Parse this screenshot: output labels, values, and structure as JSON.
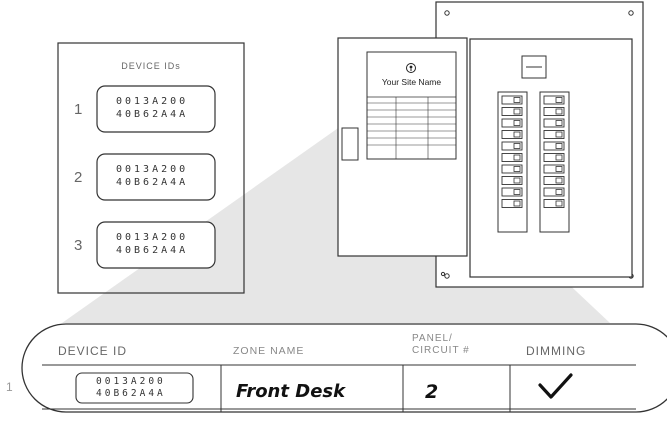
{
  "card": {
    "title": "DEVICE IDs",
    "devices": [
      {
        "index": "1",
        "line1": "0013A200",
        "line2": "40B62A4A"
      },
      {
        "index": "2",
        "line1": "0013A200",
        "line2": "40B62A4A"
      },
      {
        "index": "3",
        "line1": "0013A200",
        "line2": "40B62A4A"
      }
    ]
  },
  "panel": {
    "site_name": "Your Site Name",
    "logo_icon": "pin-logo-icon"
  },
  "table": {
    "headers": {
      "device_id": "DEVICE ID",
      "zone_name": "ZONE NAME",
      "panel_circuit_1": "PANEL/",
      "panel_circuit_2": "CIRCUIT #",
      "dimming": "DIMMING"
    },
    "row": {
      "index": "1",
      "device_id_line1": "0013A200",
      "device_id_line2": "40B62A4A",
      "zone_name": "Front Desk",
      "circuit": "2",
      "dimming_icon": "checkmark-icon"
    }
  }
}
